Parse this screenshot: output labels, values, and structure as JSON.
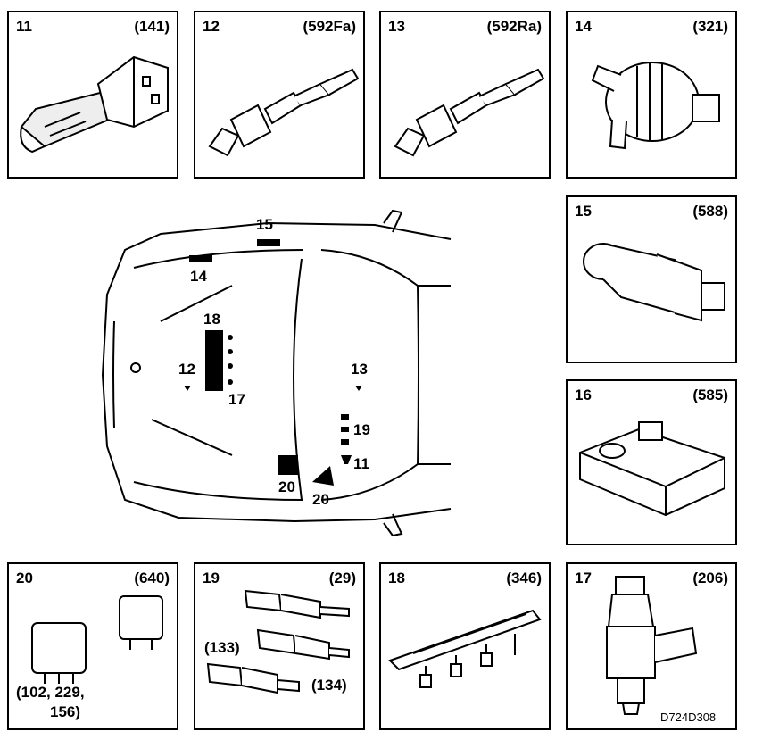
{
  "components": [
    {
      "num": "11",
      "code": "(141)",
      "icon": "combination-switch"
    },
    {
      "num": "12",
      "code": "(592Fa)",
      "icon": "oxygen-sensor"
    },
    {
      "num": "13",
      "code": "(592Ra)",
      "icon": "oxygen-sensor"
    },
    {
      "num": "14",
      "code": "(321)",
      "icon": "valve"
    },
    {
      "num": "15",
      "code": "(588)",
      "icon": "idle-air-control-valve"
    },
    {
      "num": "16",
      "code": "(585)",
      "icon": "pressure-sensor"
    },
    {
      "num": "17",
      "code": "(206)",
      "icon": "fuel-injector"
    },
    {
      "num": "18",
      "code": "(346)",
      "icon": "fuel-rail"
    },
    {
      "num": "19",
      "code": "(29)",
      "icon": "pedal-switch"
    },
    {
      "num": "20",
      "code": "(640)",
      "icon": "relay"
    }
  ],
  "panel19": {
    "extra_left": "(133)",
    "extra_right": "(134)"
  },
  "panel20": {
    "extra_line1": "(102, 229,",
    "extra_line2": "156)"
  },
  "car_markers": {
    "m14": "14",
    "m15": "15",
    "m18": "18",
    "m17": "17",
    "m12": "12",
    "m13": "13",
    "m19": "19",
    "m11": "11",
    "m20a": "20",
    "m20b": "20"
  },
  "doc_id": "D724D308"
}
